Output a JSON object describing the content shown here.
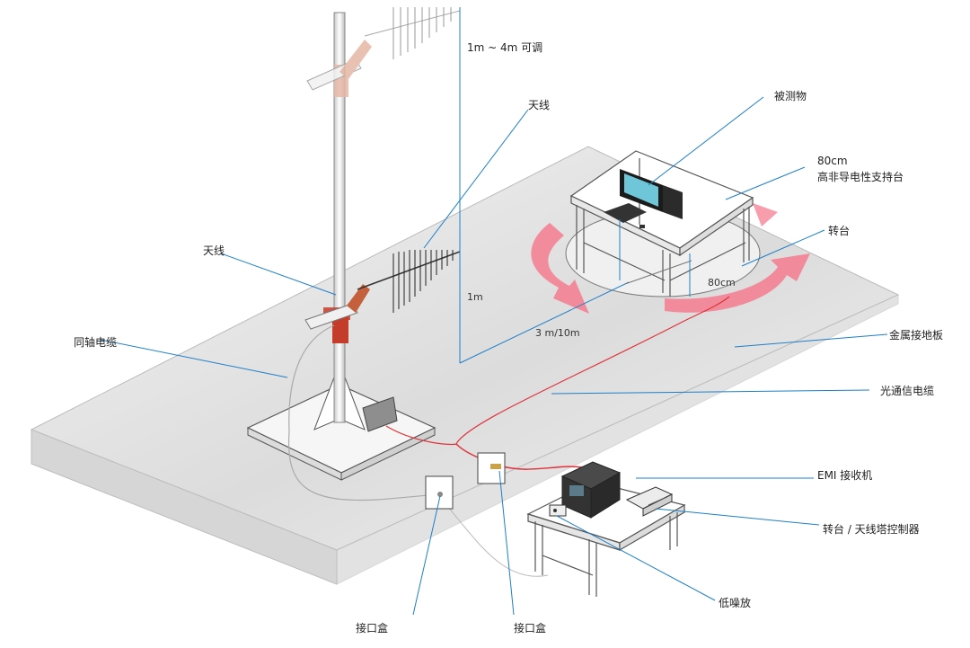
{
  "labels": {
    "height_adjust": "1m ~ 4m 可调",
    "antenna_top": "天线",
    "antenna_left": "天线",
    "coax_cable": "同轴电缆",
    "eut": "被测物",
    "table_height": "80cm",
    "nonconductive_table": "高非导电性支持台",
    "turntable": "转台",
    "metal_ground_plane": "金属接地板",
    "fiber_cable": "光通信电缆",
    "emi_receiver": "EMI 接收机",
    "turntable_controller": "转台 / 天线塔控制器",
    "preamplifier": "低噪放",
    "interface_box_left": "接口盒",
    "interface_box_right": "接口盒",
    "dim_1m": "1m",
    "dim_distance": "3 m/10m",
    "dim_80cm": "80cm"
  },
  "colors": {
    "floor": "#e6e6e6",
    "turntable_arrow": "#f47c8f",
    "fiber": "#e0333c",
    "leader": "#1e7fc8",
    "mast_clamp": "#c43d2b"
  }
}
